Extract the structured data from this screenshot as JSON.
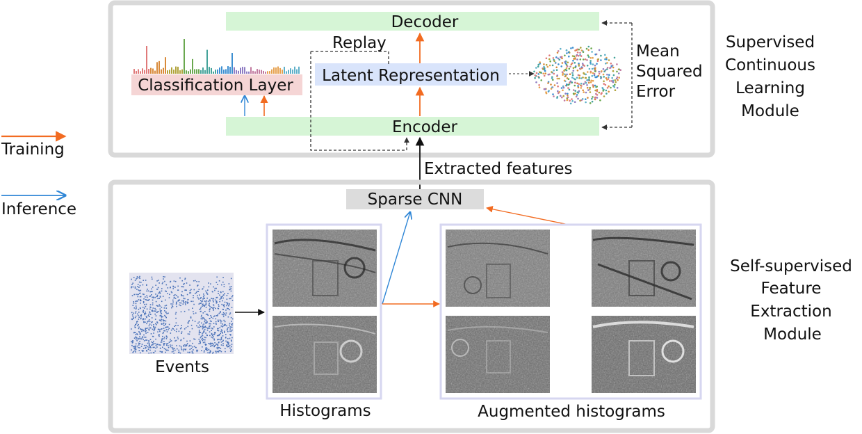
{
  "legend": {
    "training_label": "Training",
    "inference_label": "Inference",
    "training_color": "#f26b21",
    "inference_color": "#2f86d6"
  },
  "supervised_module": {
    "title_lines": [
      "Supervised",
      "Continuous",
      "Learning",
      "Module"
    ],
    "decoder_label": "Decoder",
    "encoder_label": "Encoder",
    "latent_label": "Latent Representation",
    "classification_label": "Classification Layer",
    "replay_label": "Replay",
    "loss_lines": [
      "Mean",
      "Squared",
      "Error"
    ]
  },
  "extracted_features_label": "Extracted features",
  "feature_module": {
    "title_lines": [
      "Self-supervised",
      "Feature",
      "Extraction",
      "Module"
    ],
    "sparse_cnn_label": "Sparse CNN",
    "events_label": "Events",
    "histograms_label": "Histograms",
    "augmented_label": "Augmented histograms"
  },
  "colors": {
    "module_border": "#d9d9d9",
    "block_green": "#d6f5d6",
    "latent_blue": "#d9e4fb",
    "class_pink": "#f5d5d5",
    "cnn_gray": "#dcdcdc",
    "events_blue": "#4a72b8",
    "image_frame": "#d6d6f0"
  }
}
